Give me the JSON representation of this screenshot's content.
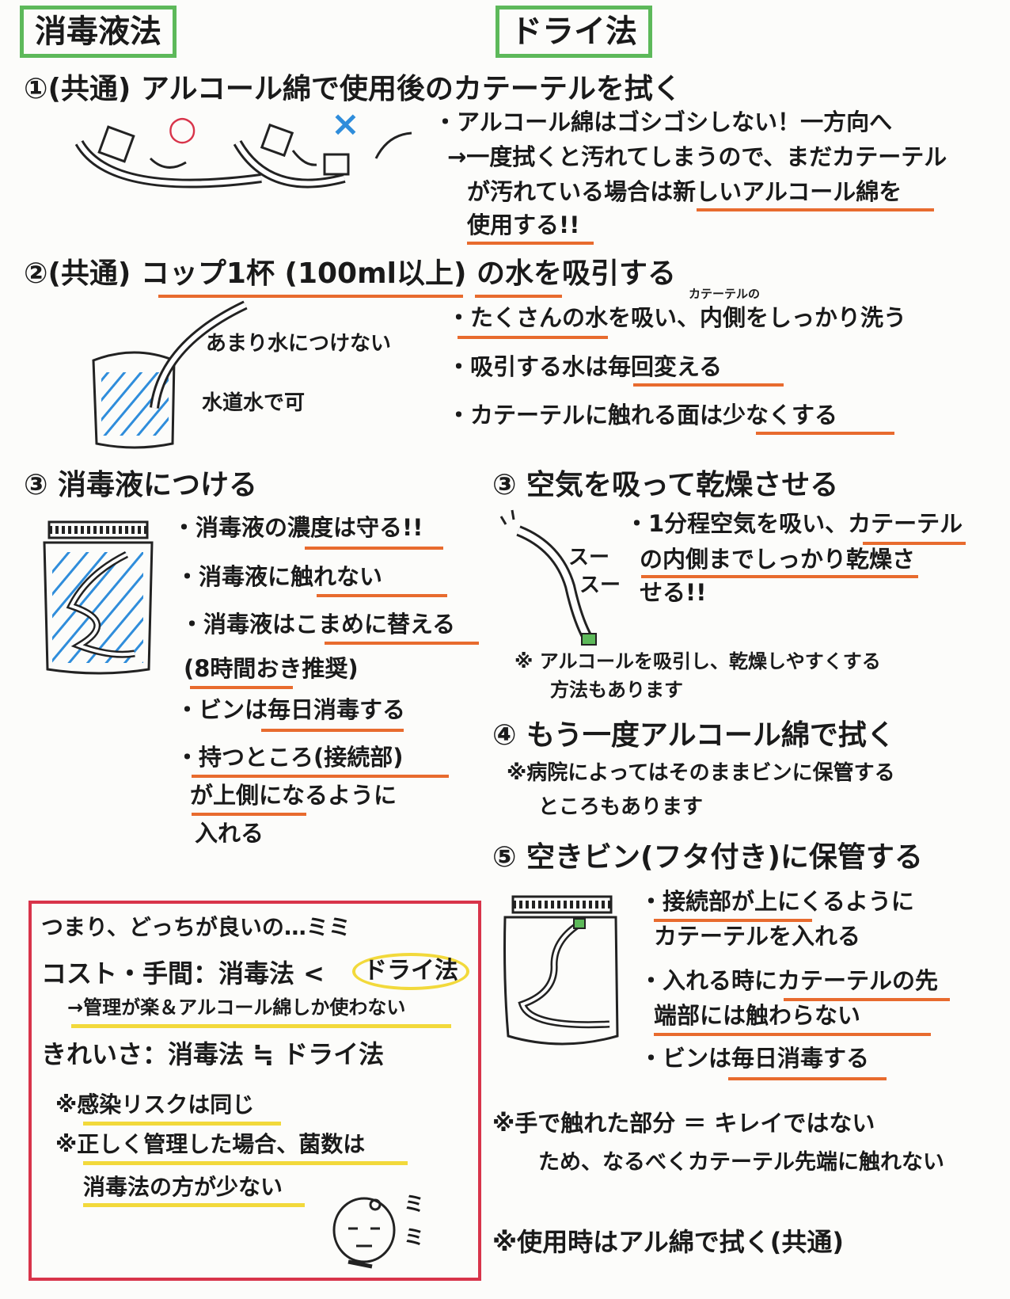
{
  "headers": {
    "disinfect": "消毒液法",
    "dry": "ドライ法"
  },
  "step1": {
    "title": "①(共通) アルコール綿で使用後のカテーテルを拭く",
    "mark_good": "○",
    "mark_bad": "×",
    "bullet": "・アルコール綿はゴシゴシしない！一方向へ",
    "line2": "→一度拭くと汚れてしまうので、まだカテーテル",
    "line3": "が汚れている場合は新しいアルコール綿を",
    "line4": "使用する!!"
  },
  "step2": {
    "title": "②(共通) コップ1杯 (100ml以上) の水を吸引する",
    "label_dip": "あまり水につけない",
    "label_tap": "水道水で可",
    "ruby": "カテーテルの",
    "bullets": [
      "・たくさんの水を吸い、内側をしっかり洗う",
      "・吸引する水は毎回変える",
      "・カテーテルに触れる面は少なくする"
    ]
  },
  "left3": {
    "title": "③ 消毒液につける",
    "bullets": [
      "・消毒液の濃度は守る!!",
      "・消毒液に触れない",
      "・消毒液はこまめに替える",
      "(8時間おき推奨)",
      "・ビンは毎日消毒する",
      "・持つところ(接続部)",
      "が上側になるように",
      "入れる"
    ]
  },
  "right3": {
    "title": "③ 空気を吸って乾燥させる",
    "sound1": "スー",
    "sound2": "スー",
    "bullet1": "・1分程空気を吸い、カテーテル",
    "bullet2": "の内側までしっかり乾燥さ",
    "bullet3": "せる!!",
    "note1": "※ アルコールを吸引し、乾燥しやすくする",
    "note2": "方法もあります"
  },
  "step4": {
    "title": "④ もう一度アルコール綿で拭く",
    "note1": "※病院によってはそのままビンに保管する",
    "note2": "ところもあります"
  },
  "step5": {
    "title": "⑤ 空きビン(フタ付き)に保管する",
    "bullets": [
      "・接続部が上にくるように",
      "カテーテルを入れる",
      "・入れる時にカテーテルの先",
      "端部には触わらない",
      "・ビンは毎日消毒する"
    ]
  },
  "bottom_notes": {
    "note1": "※手で触れた部分 ＝ キレイではない",
    "note2": "ため、なるべくカテーテル先端に触れない",
    "note3": "※使用時はアル綿で拭く(共通)"
  },
  "summary": {
    "question": "つまり、どっちが良いの…ミミ",
    "cost_label": "コスト・手間：消毒法 <",
    "cost_winner": "ドライ法",
    "cost_reason": "→管理が楽＆アルコール綿しか使わない",
    "clean_label": "きれいさ：消毒法 ≒ ドライ法",
    "note1": "※感染リスクは同じ",
    "note2": "※正しく管理した場合、菌数は",
    "note3": "消毒法の方が少ない",
    "face_text": "ミミ"
  },
  "colors": {
    "green": "#5db95a",
    "orange": "#e86b2e",
    "yellow": "#f2d93b",
    "red": "#d8344a",
    "blue": "#2f8ddb"
  }
}
